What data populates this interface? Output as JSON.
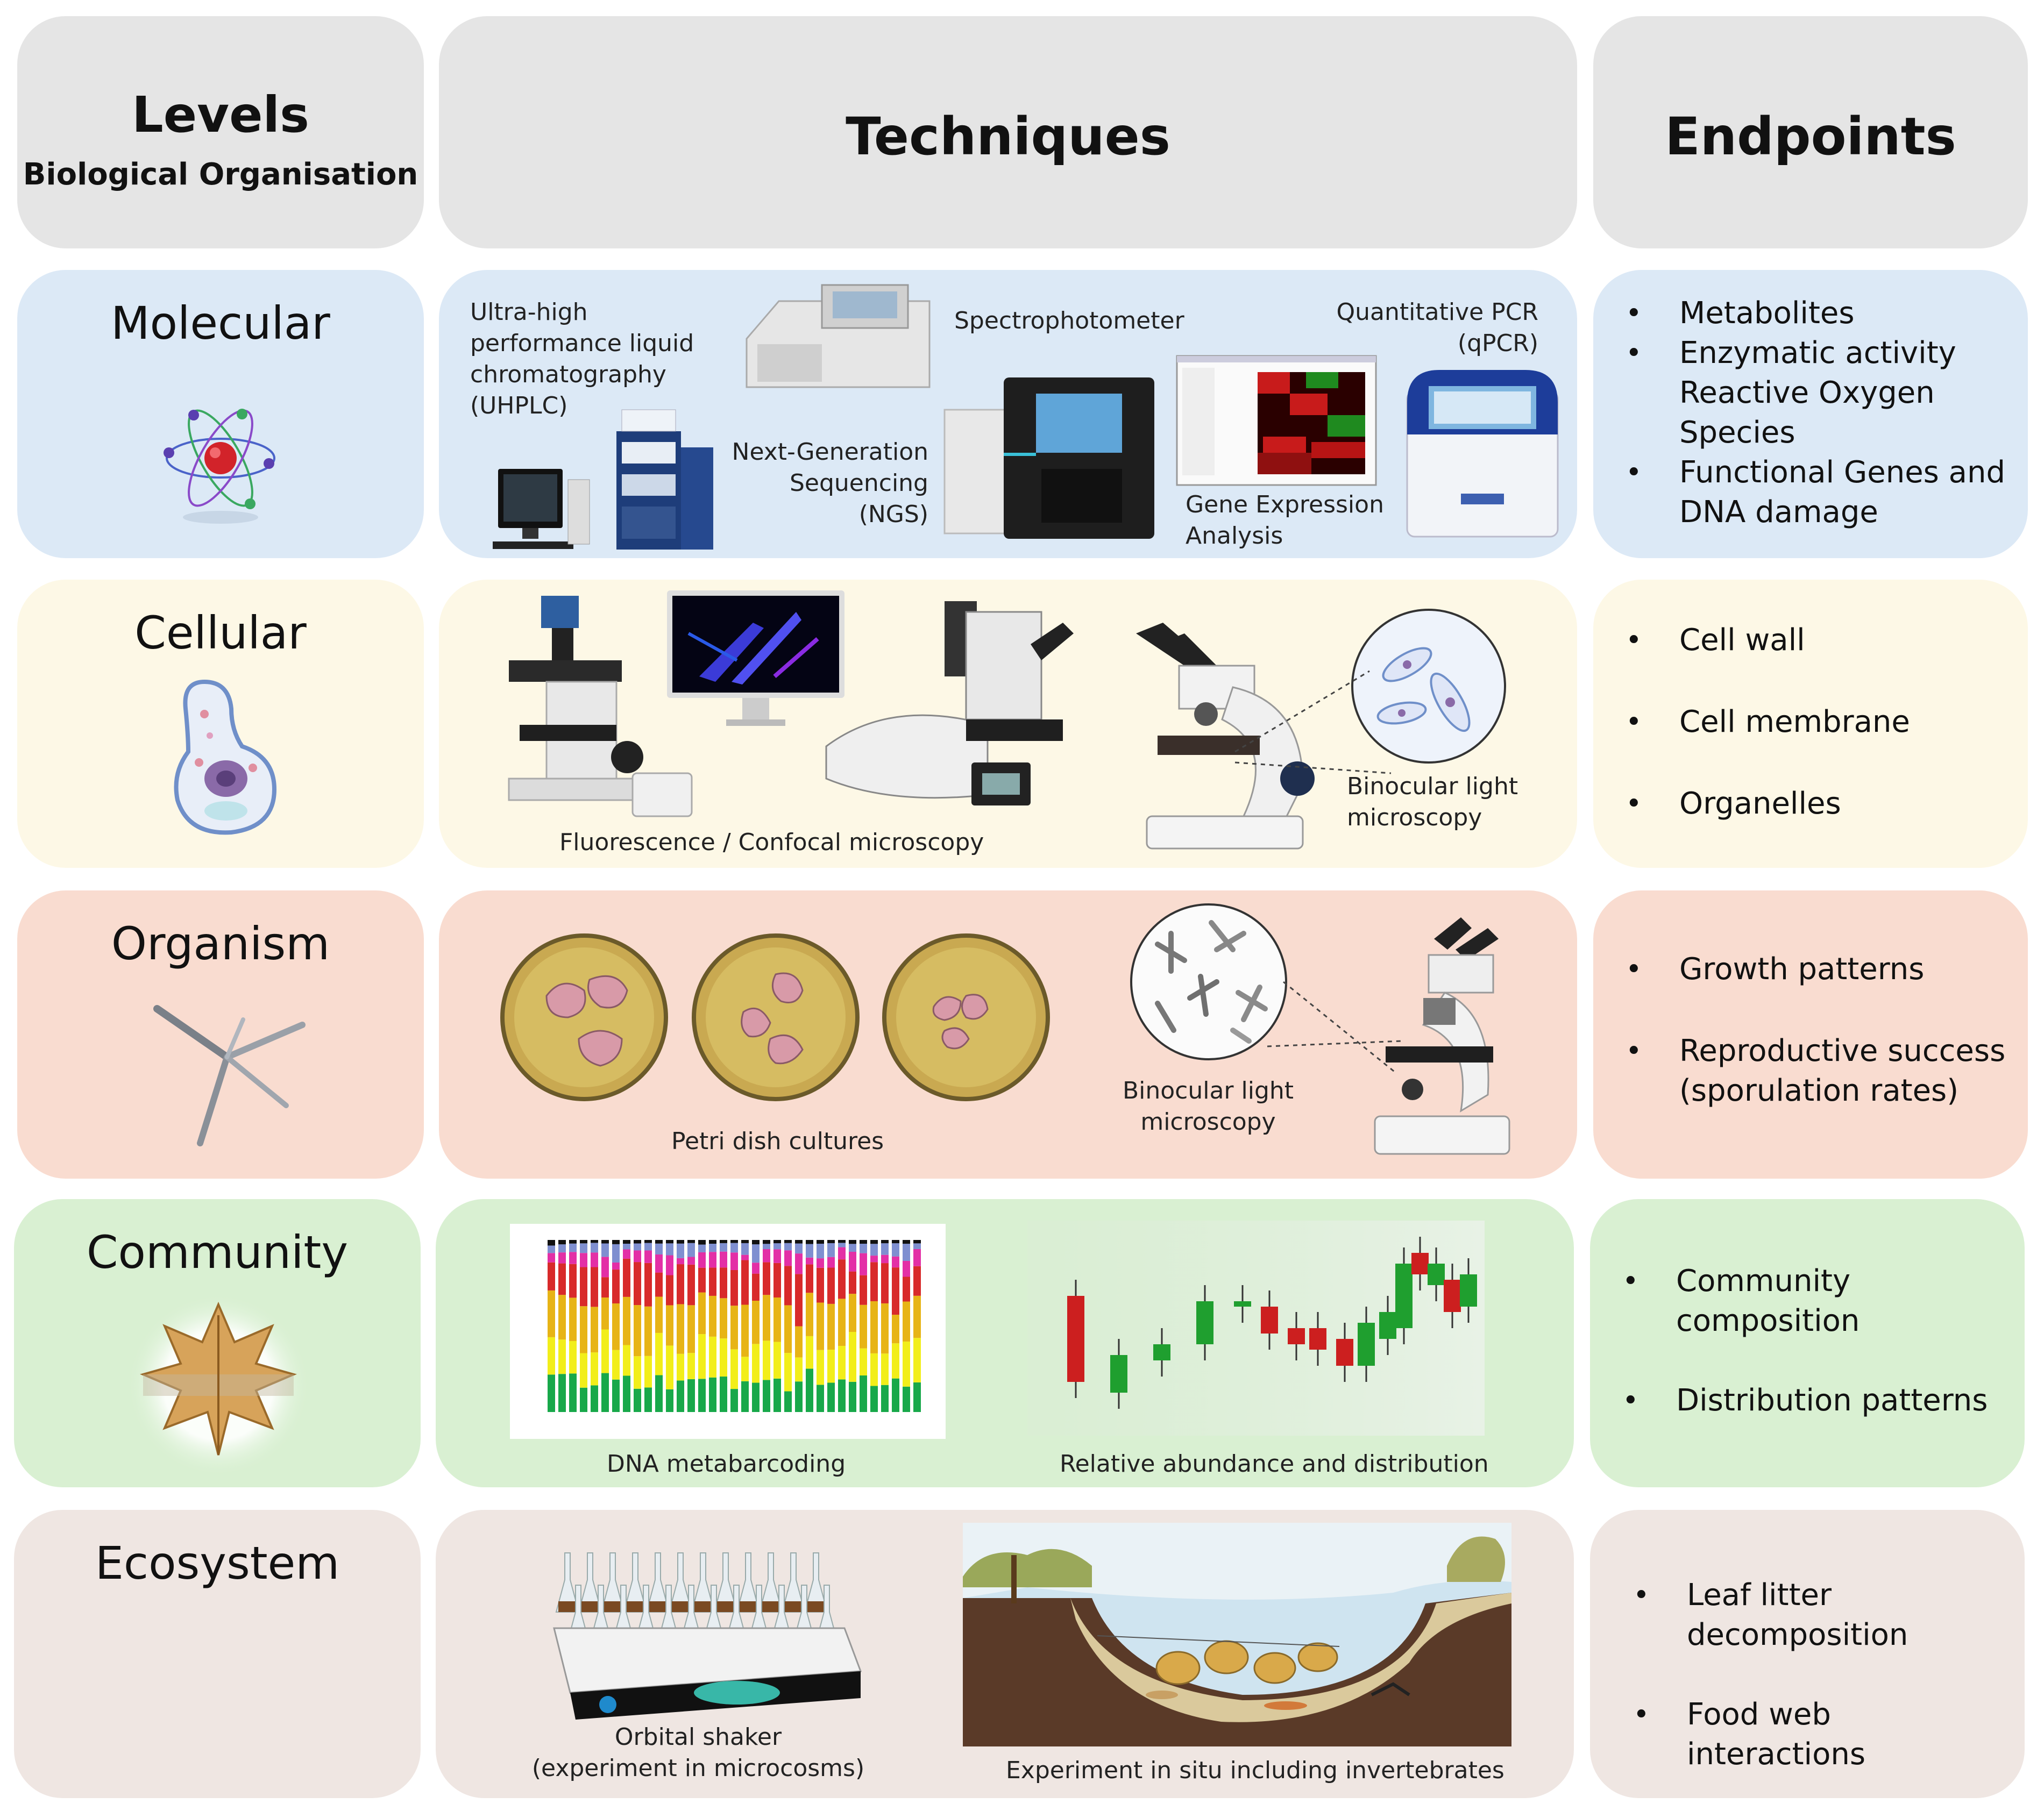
{
  "headers": {
    "levels_title": "Levels",
    "levels_subtitle": "Biological Organisation",
    "techniques_title": "Techniques",
    "endpoints_title": "Endpoints"
  },
  "rows": [
    {
      "level": "Molecular",
      "icon": "atom-icon",
      "color": "#dce9f6",
      "techniques": {
        "uhplc": "Ultra-high\nperformance liquid\nchromatography\n(UHPLC)",
        "spectro": "Spectrophotometer",
        "qpcr": "Quantitative PCR\n(qPCR)",
        "ngs": "Next-Generation\nSequencing\n(NGS)",
        "gene": "Gene Expression\nAnalysis"
      },
      "endpoints": [
        {
          "text": "Metabolites",
          "bullet": true
        },
        {
          "text": "Enzymatic activity",
          "bullet": true
        },
        {
          "text": "Reactive Oxygen",
          "bullet": false
        },
        {
          "text": "Species",
          "bullet": false
        },
        {
          "text": "Functional Genes and",
          "bullet": true
        },
        {
          "text": "DNA damage",
          "bullet": false
        }
      ]
    },
    {
      "level": "Cellular",
      "icon": "fungal-cell-icon",
      "color": "#fdf8e6",
      "techniques": {
        "fluor": "Fluorescence / Confocal microscopy",
        "binoc": "Binocular light\nmicroscopy"
      },
      "endpoints": [
        {
          "text": "Cell wall",
          "bullet": true
        },
        {
          "text": "Cell membrane",
          "bullet": true
        },
        {
          "text": "Organelles",
          "bullet": true
        }
      ]
    },
    {
      "level": "Organism",
      "icon": "hyphae-icon",
      "color": "#f9dcd0",
      "techniques": {
        "petri": "Petri dish cultures",
        "binoc": "Binocular light\nmicroscopy"
      },
      "endpoints": [
        {
          "text": "Growth patterns",
          "bullet": true
        },
        {
          "text": "Reproductive success",
          "bullet": true
        },
        {
          "text": "(sporulation rates)",
          "bullet": false
        }
      ]
    },
    {
      "level": "Community",
      "icon": "leaf-icon",
      "color": "#d9f0d2",
      "techniques": {
        "dna": "DNA metabarcoding",
        "rel": "Relative abundance and distribution"
      },
      "endpoints": [
        {
          "text": "Community",
          "bullet": true
        },
        {
          "text": "composition",
          "bullet": false
        },
        {
          "text": "Distribution patterns",
          "bullet": true
        }
      ]
    },
    {
      "level": "Ecosystem",
      "icon": "stream-landscape-icon",
      "color": "#efe6e2",
      "techniques": {
        "shaker": "Orbital shaker\n(experiment in microcosms)",
        "insitu": "Experiment in situ including invertebrates"
      },
      "endpoints": [
        {
          "text": "Leaf litter",
          "bullet": true
        },
        {
          "text": "decomposition",
          "bullet": false
        },
        {
          "text": "Food web interactions",
          "bullet": true
        }
      ]
    }
  ]
}
